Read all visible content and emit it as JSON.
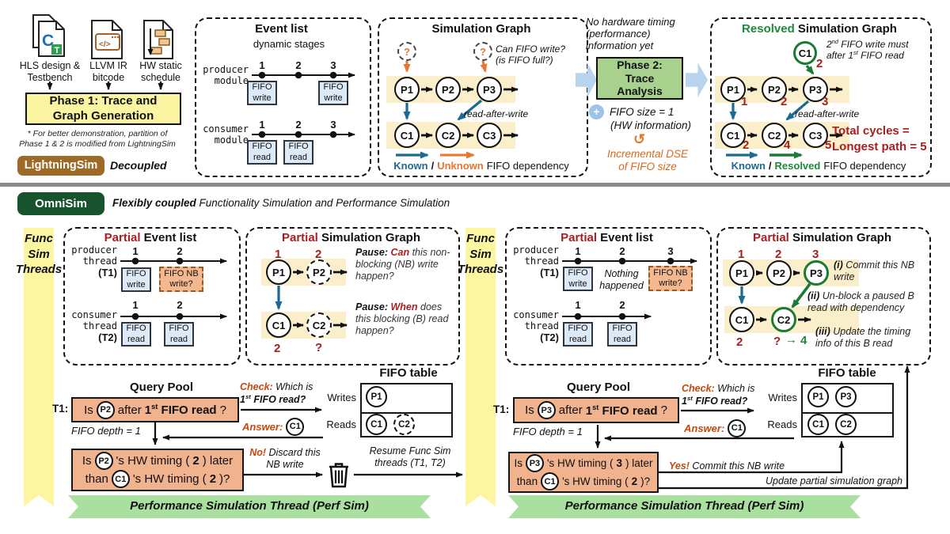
{
  "colors": {
    "teal": "#1B6A8F",
    "orange": "#E8762D",
    "dark_red": "#A91E1E",
    "green": "#1C7A33",
    "salmon": "#F1B28E",
    "cream_band": "#FBEFCB",
    "event_blue": "#DCE9F6",
    "phase1_yellow": "#FBF5A2",
    "phase2_green": "#A9D18E",
    "lightningsim_brown": "#9E6A28",
    "omnisim_green": "#17542E",
    "ribbon_yellow": "#FCF6A0",
    "ribbon_green": "#A9E09F",
    "check_orange": "#C7480A"
  },
  "icons": {
    "input_docs": [
      "hls-testbench-doc-icon",
      "llvm-ir-doc-icon",
      "hw-schedule-doc-icon"
    ],
    "plus_glyph": "+",
    "loop_glyph": "↺",
    "trash": "trash-icon",
    "arrow_right_glyph": "→"
  },
  "labels": {
    "fifo": "FIFO",
    "write": "write",
    "read": "read",
    "nb_l1": "FIFO NB",
    "nb_l2": "write?",
    "nothing_l1": "Nothing",
    "nothing_l2": "happened"
  },
  "top": {
    "inputs": {
      "items": [
        {
          "l1": "HLS design &",
          "l2": "Testbench"
        },
        {
          "l1": "LLVM IR",
          "l2": "bitcode"
        },
        {
          "l1": "HW static",
          "l2": "schedule"
        }
      ],
      "phase1_l1": "Phase 1: Trace and",
      "phase1_l2": "Graph Generation",
      "footnote_l1": "* For better demonstration, partition of",
      "footnote_l2": "Phase 1 & 2 is modified from LightningSim"
    },
    "event_list": {
      "title": "Event list",
      "dynamic": "dynamic stages",
      "prod_l1": "producer",
      "prod_l2": "module",
      "cons_l1": "consumer",
      "cons_l2": "module",
      "stages": [
        "1",
        "2",
        "3"
      ]
    },
    "sim_graph": {
      "title": "Simulation Graph",
      "q": "?",
      "can_l1": "Can FIFO write?",
      "can_l2": "(is FIFO full?)",
      "p": [
        "P1",
        "P2",
        "P3"
      ],
      "c": [
        "C1",
        "C2",
        "C3"
      ],
      "raw": "read-after-write",
      "lg_known": "Known",
      "lg_sep": "/",
      "lg_unknown": "Unknown",
      "lg_rest": "FIFO dependency"
    },
    "middle": {
      "nohw_l1": "No hardware timing",
      "nohw_l2": "(performance)",
      "nohw_l3": "information yet",
      "phase2_l1": "Phase 2:",
      "phase2_l2": "Trace",
      "phase2_l3": "Analysis",
      "fifo_size": "FIFO size = 1",
      "hw_info": "(HW information)",
      "dse_l1": "Incremental DSE",
      "dse_l2": "of FIFO size"
    },
    "resolved": {
      "title_green": "Resolved",
      "title_rest": " Simulation Graph",
      "top_node": "C1",
      "top_cycle": "2",
      "note_l1_pre": "2",
      "note_l1_sup": "nd",
      "note_l1_rest": " FIFO write must",
      "note_l2_pre": "after 1",
      "note_l2_sup": "st",
      "note_l2_rest": " FIFO read",
      "p": [
        "P1",
        "P2",
        "P3"
      ],
      "pc": [
        "1",
        "2",
        "3"
      ],
      "c": [
        "C1",
        "C2",
        "C3"
      ],
      "cc": [
        "2",
        "4",
        "5"
      ],
      "raw": "read-after-write",
      "total_l1": "Total cycles =",
      "total_l2": "Longest path = 5",
      "lg_known": "Known",
      "lg_sep": "/",
      "lg_resolved": "Resolved",
      "lg_rest": "FIFO dependency"
    }
  },
  "bars": {
    "lightningsim": "LightningSim",
    "decoupled": "Decoupled",
    "omnisim": "OmniSim",
    "tag_bold": "Flexibly coupled",
    "tag_rest": " Functionality Simulation and Performance Simulation"
  },
  "ribbons": {
    "func_l1": "Func",
    "func_l2": "Sim",
    "func_l3": "Threads",
    "perf": "Performance Simulation Thread (Perf Sim)"
  },
  "left": {
    "pel": {
      "t_red": "Partial",
      "t_rest": " Event list",
      "prod_l1": "producer",
      "prod_l2": "thread",
      "prod_t": "(T1)",
      "cons_l1": "consumer",
      "cons_l2": "thread",
      "cons_t": "(T2)",
      "p_stages": [
        "1",
        "2"
      ],
      "c_stages": [
        "1",
        "2"
      ]
    },
    "psg": {
      "t_red": "Partial",
      "t_rest": " Simulation Graph",
      "p": [
        "P1",
        "P2"
      ],
      "pn": [
        "1",
        "2"
      ],
      "c": [
        "C1",
        "C2"
      ],
      "cn": [
        "2",
        "?"
      ],
      "n1_b": "Pause:",
      "n1_r": "Can",
      "n1_rest": " this non-blocking (NB) write happen?",
      "n2_b": "Pause:",
      "n2_r": "When",
      "n2_rest": " does this blocking (B) read happen?"
    },
    "query": {
      "title": "Query Pool",
      "t1": "T1:",
      "q1_pre": "Is",
      "q1_node": "P2",
      "q1_mid": "after",
      "q1_num": "1",
      "q1_sup": "st",
      "q1_rest": " FIFO read",
      "q1_end": "?",
      "depth": "FIFO depth = 1",
      "chk_b": "Check:",
      "chk_r1": " Which is",
      "chk_num": "1",
      "chk_sup": "st",
      "chk_r2": " FIFO read?",
      "ans_b": "Answer:",
      "ans_node": "C1",
      "q2a_pre": "Is",
      "q2a_node": "P2",
      "q2a_mid": "'s HW timing (",
      "q2a_t": "2",
      "q2a_end": ") later",
      "q2b_pre": "than",
      "q2b_node": "C1",
      "q2b_mid": "'s HW timing (",
      "q2b_t": "2",
      "q2b_end": ")?",
      "v_b": "No!",
      "v_r1": " Discard this",
      "v_l2": "NB write",
      "res_l1": "Resume Func Sim",
      "res_l2": "threads (T1, T2)"
    },
    "table": {
      "title": "FIFO table",
      "w_label": "Writes",
      "r_label": "Reads",
      "writes": [
        "P1"
      ],
      "reads": [
        "C1",
        "C2"
      ]
    }
  },
  "right": {
    "pel": {
      "t_red": "Partial",
      "t_rest": " Event list",
      "prod_l1": "producer",
      "prod_l2": "thread",
      "prod_t": "(T1)",
      "cons_l1": "consumer",
      "cons_l2": "thread",
      "cons_t": "(T2)",
      "p_stages": [
        "1",
        "2",
        "3"
      ],
      "c_stages": [
        "1",
        "2"
      ]
    },
    "psg": {
      "t_red": "Partial",
      "t_rest": " Simulation Graph",
      "p": [
        "P1",
        "P2",
        "P3"
      ],
      "pn": [
        "1",
        "2",
        "3"
      ],
      "c": [
        "C1",
        "C2"
      ],
      "cn": [
        "2",
        "?"
      ],
      "c2_new": "4",
      "n1_b": "(i)",
      "n1_rest": " Commit this NB write",
      "n2_b": "(ii)",
      "n2_rest": " Un-block a paused B read with dependency",
      "n3_b": "(iii)",
      "n3_rest": " Update the timing info of this B read"
    },
    "query": {
      "title": "Query Pool",
      "t1": "T1:",
      "q1_pre": "Is",
      "q1_node": "P3",
      "q1_mid": "after",
      "q1_num": "1",
      "q1_sup": "st",
      "q1_rest": " FIFO read",
      "q1_end": "?",
      "depth": "FIFO depth = 1",
      "chk_b": "Check:",
      "chk_r1": " Which is",
      "chk_num": "1",
      "chk_sup": "st",
      "chk_r2": " FIFO read?",
      "ans_b": "Answer:",
      "ans_node": "C1",
      "q2a_pre": "Is",
      "q2a_node": "P3",
      "q2a_mid": "'s HW timing (",
      "q2a_t": "3",
      "q2a_end": ") later",
      "q2b_pre": "than",
      "q2b_node": "C1",
      "q2b_mid": "'s HW timing (",
      "q2b_t": "2",
      "q2b_end": ")?",
      "v_b": "Yes!",
      "v_r1": " Commit this NB write",
      "update": "Update partial simulation graph"
    },
    "table": {
      "title": "FIFO table",
      "w_label": "Writes",
      "r_label": "Reads",
      "writes": [
        "P1",
        "P3"
      ],
      "reads": [
        "C1",
        "C2"
      ]
    }
  }
}
